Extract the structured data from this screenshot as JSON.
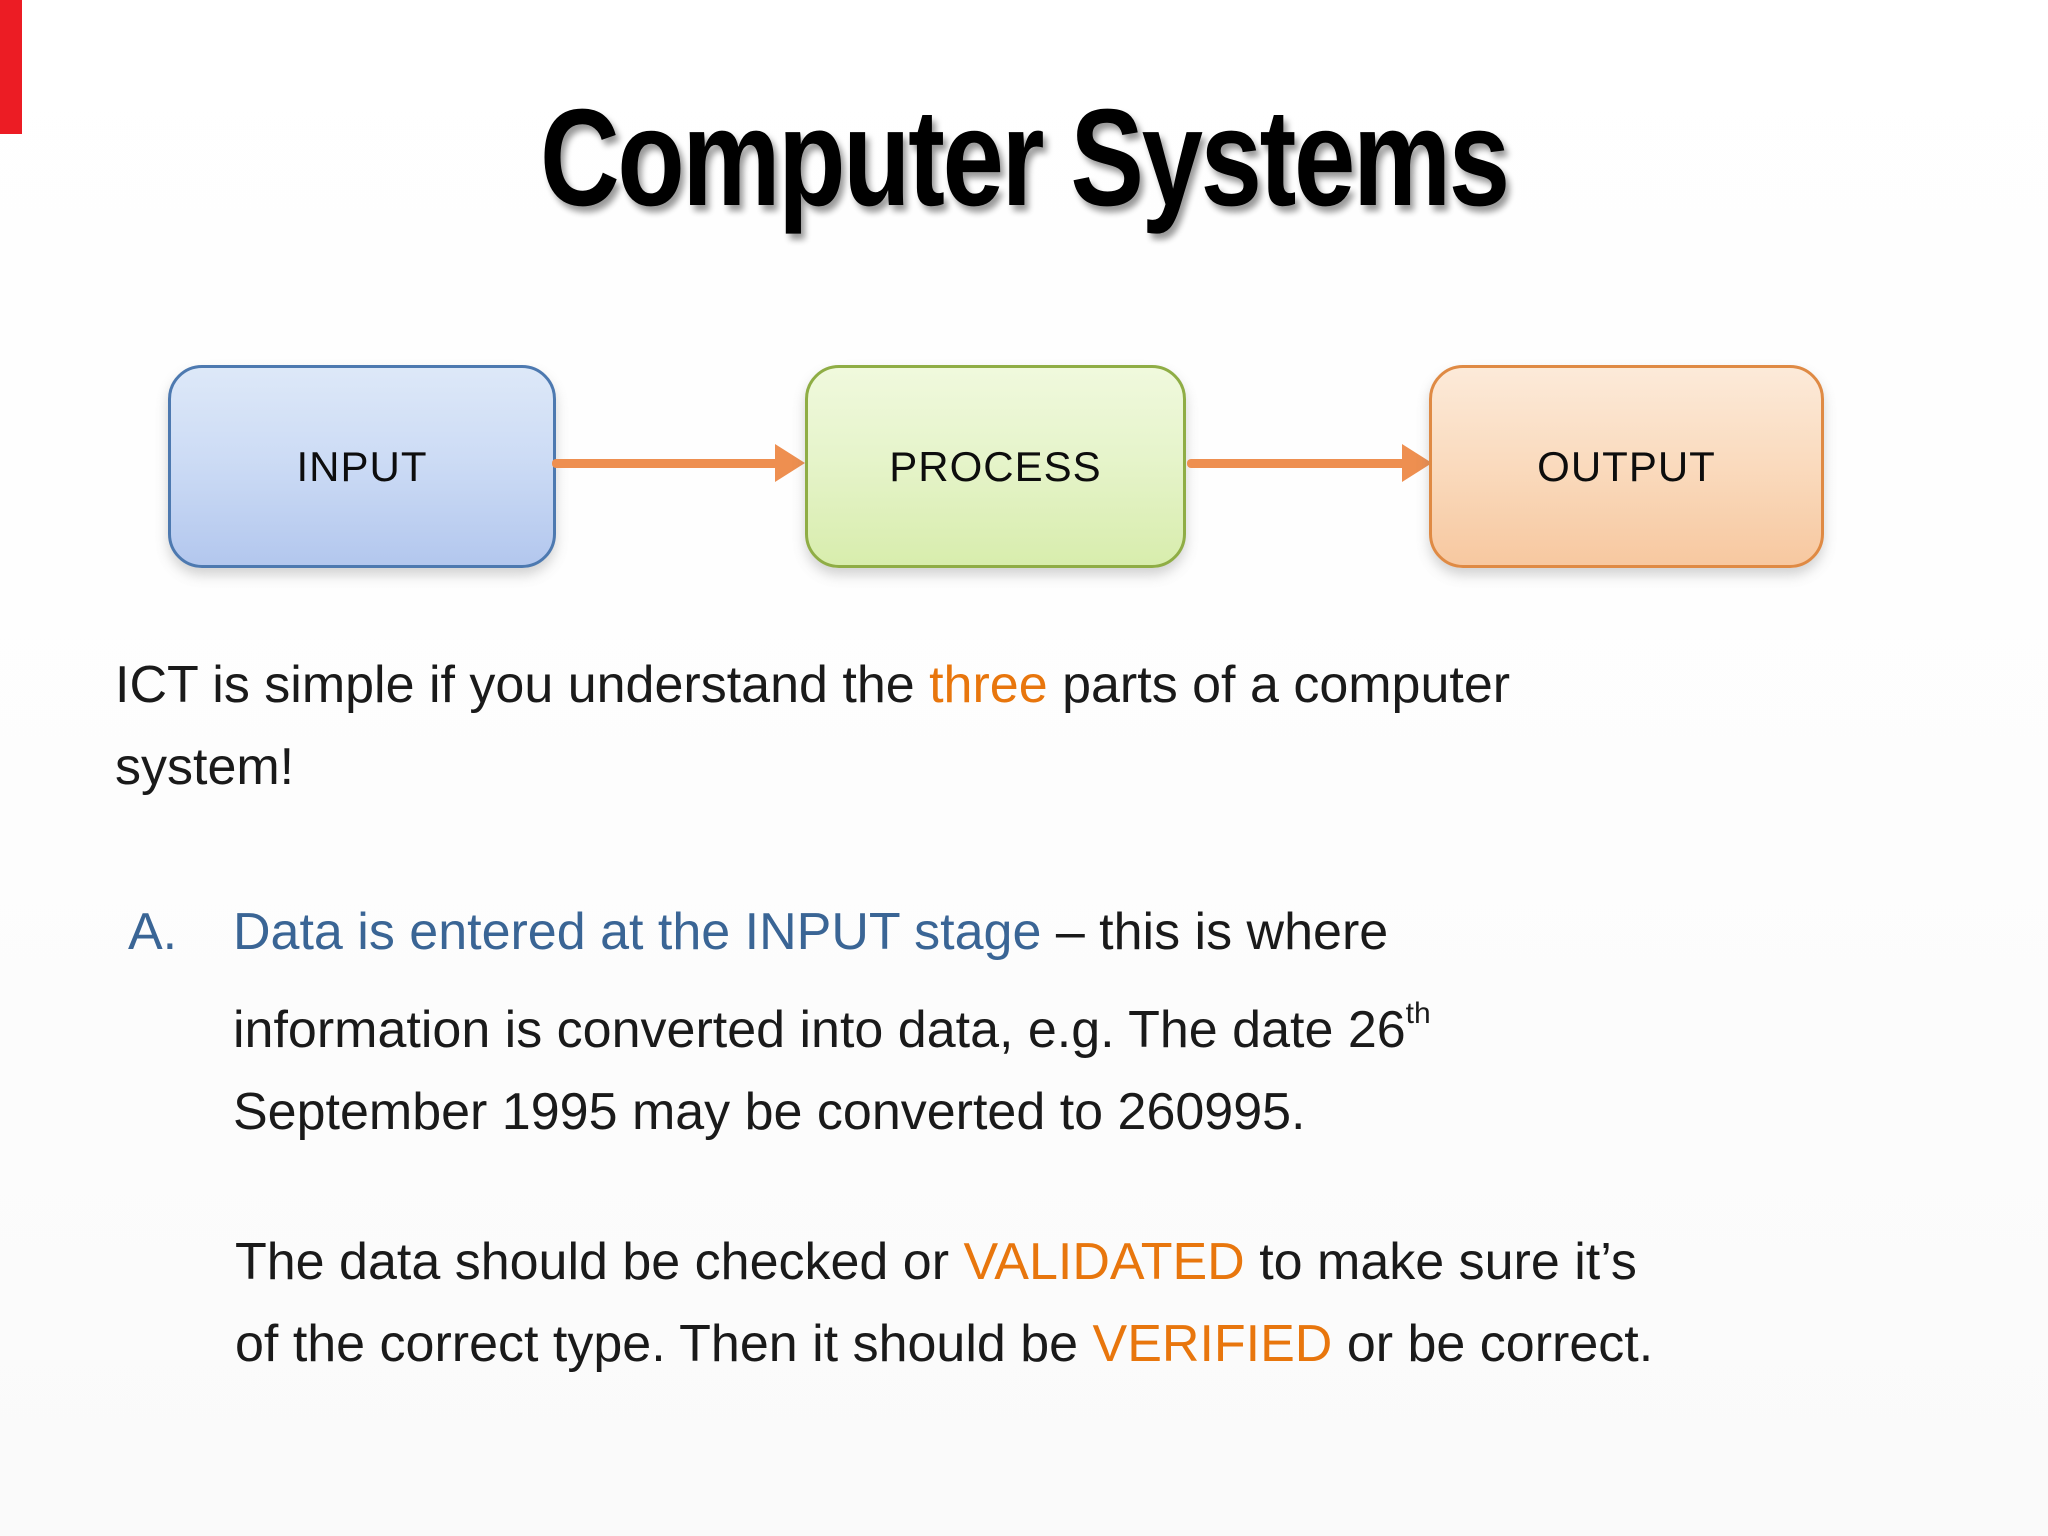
{
  "slide": {
    "title": "Computer Systems"
  },
  "diagram": {
    "nodes": [
      {
        "label": "INPUT"
      },
      {
        "label": "PROCESS"
      },
      {
        "label": "OUTPUT"
      }
    ],
    "arrow_color": "#EE8F50"
  },
  "body": {
    "intro": {
      "l1a": "ICT is simple if you understand the ",
      "l1b": "three",
      "l1c": " parts of a computer",
      "l2": "system!"
    },
    "item_a": {
      "marker": "A.",
      "l1_blue": "Data is entered at the INPUT stage ",
      "l1_rest": "– this is where",
      "l2": "information is converted into data, e.g. The date 26",
      "l2_sup": "th",
      "l3": "September 1995 may be converted to 260995."
    },
    "validation": {
      "l1a": "The data should be checked or ",
      "l1b": "VALIDATED",
      "l1c": " to make sure it’s",
      "l2a": "of the correct type. Then it should be ",
      "l2b": "VERIFIED",
      "l2c": " or be correct."
    }
  },
  "colors": {
    "title_text": "#000000",
    "body_text": "#1a1a1a",
    "accent_blue_text": "#3A6595",
    "accent_orange_text": "#E8760D",
    "arrow_orange": "#EE8F50",
    "input_fill_top": "#DDE8F8",
    "input_fill_bottom": "#B3C7EE",
    "input_border": "#4D79B0",
    "process_fill_top": "#F0F9DD",
    "process_fill_bottom": "#D8EDAD",
    "process_border": "#8FAD45",
    "output_fill_top": "#FCEAD9",
    "output_fill_bottom": "#F7C8A0",
    "output_border": "#DF8A44",
    "bookmark_red": "#EC1C24"
  }
}
